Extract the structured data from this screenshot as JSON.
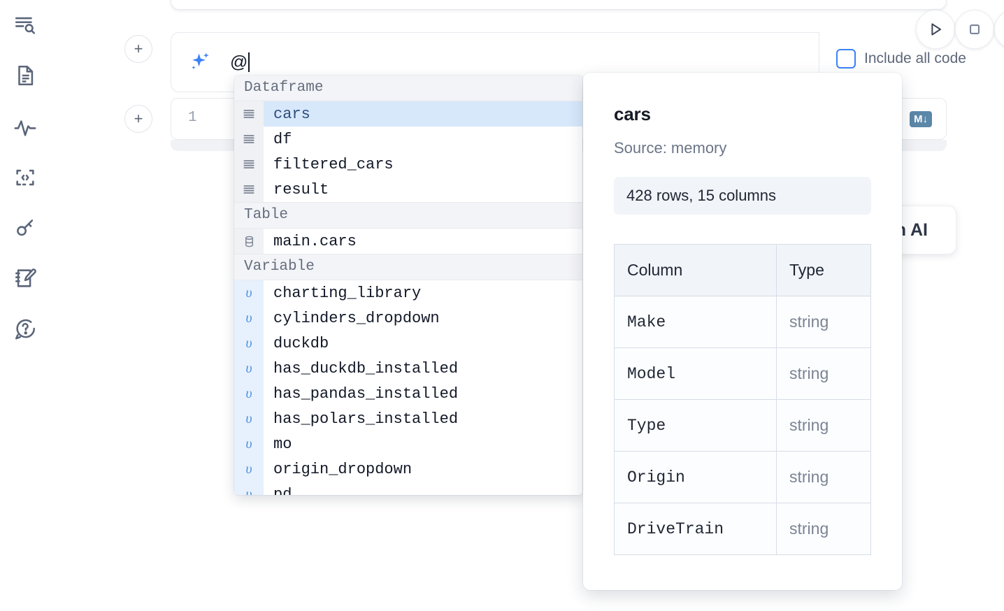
{
  "sidebar": {
    "items": [
      {
        "name": "search-notebook-icon",
        "label": "Search"
      },
      {
        "name": "file-document-icon",
        "label": "File explorer"
      },
      {
        "name": "activity-pulse-icon",
        "label": "Activity"
      },
      {
        "name": "code-snippet-icon",
        "label": "Snippets"
      },
      {
        "name": "key-secrets-icon",
        "label": "Secrets"
      },
      {
        "name": "scratchpad-edit-icon",
        "label": "Scratchpad"
      },
      {
        "name": "help-chat-icon",
        "label": "Help"
      }
    ]
  },
  "toolbar": {
    "run_label": "Run",
    "stop_label": "Stop",
    "add_cell_label": "Add cell",
    "include_all_code_label": "Include all code",
    "include_all_code_checked": false,
    "database_icon": "database-icon",
    "markdown_icon": "markdown-icon",
    "markdown_badge": "M↓"
  },
  "ai_prompt": {
    "value": "@",
    "placeholder": "",
    "icon": "ai-sparkle-icon"
  },
  "editor": {
    "line_number": "1"
  },
  "ai_card": {
    "label": "h AI"
  },
  "autocomplete": {
    "groups": [
      {
        "title": "Dataframe",
        "gutter_style": "plain",
        "icon": "dataframe-rows-icon",
        "items": [
          {
            "name": "cars",
            "type": "in-memory",
            "selected": true
          },
          {
            "name": "df",
            "type": "in-memory",
            "selected": false
          },
          {
            "name": "filtered_cars",
            "type": "in-memory",
            "selected": false
          },
          {
            "name": "result",
            "type": "in-memory",
            "selected": false
          }
        ]
      },
      {
        "title": "Table",
        "gutter_style": "plain",
        "icon": "table-database-icon",
        "items": [
          {
            "name": "main.cars",
            "type": "in-memory",
            "selected": false
          }
        ]
      },
      {
        "title": "Variable",
        "gutter_style": "var",
        "icon": "variable-upsilon-icon",
        "items": [
          {
            "name": "charting_library",
            "type": "radio",
            "selected": false
          },
          {
            "name": "cylinders_dropdown",
            "type": "range_slider",
            "selected": false
          },
          {
            "name": "duckdb",
            "type": "module",
            "selected": false
          },
          {
            "name": "has_duckdb_installed",
            "type": "bool",
            "selected": false
          },
          {
            "name": "has_pandas_installed",
            "type": "bool",
            "selected": false
          },
          {
            "name": "has_polars_installed",
            "type": "bool",
            "selected": false
          },
          {
            "name": "mo",
            "type": "module",
            "selected": false
          },
          {
            "name": "origin_dropdown",
            "type": "dropdown",
            "selected": false
          },
          {
            "name": "pd",
            "type": "module",
            "selected": false
          }
        ]
      }
    ]
  },
  "doc_panel": {
    "title": "cars",
    "source": "Source: memory",
    "shape": "428 rows, 15 columns",
    "table": {
      "headers": [
        "Column",
        "Type"
      ],
      "rows": [
        [
          "Make",
          "string"
        ],
        [
          "Model",
          "string"
        ],
        [
          "Type",
          "string"
        ],
        [
          "Origin",
          "string"
        ],
        [
          "DriveTrain",
          "string"
        ]
      ]
    }
  },
  "colors": {
    "accent_blue": "#3b82f6",
    "selection_bg": "#d8e8fb",
    "section_bg": "#f3f4f7",
    "icon_slate": "#5b6579",
    "muted_text": "#8a93a4",
    "md_badge_bg": "#5b87a8"
  }
}
